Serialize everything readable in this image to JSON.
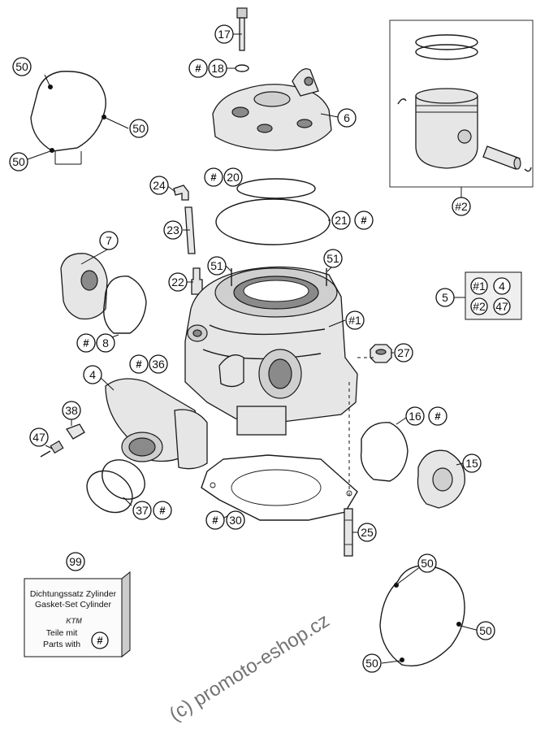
{
  "callouts": {
    "c17": "17",
    "c18": "18",
    "c6": "6",
    "c50a": "50",
    "c50b": "50",
    "c50c": "50",
    "c2": "#2",
    "c24": "24",
    "c20": "20",
    "c21": "21",
    "c23": "23",
    "c7": "7",
    "c51a": "51",
    "c51b": "51",
    "c22": "22",
    "c5": "5",
    "c8": "8",
    "c1": "#1",
    "c36": "36",
    "c4": "4",
    "c27": "27",
    "c16": "16",
    "c38": "38",
    "c47": "47",
    "c15": "15",
    "c37": "37",
    "c30": "30",
    "c25": "25",
    "c99": "99",
    "c50d": "50",
    "c50e": "50",
    "c50f": "50"
  },
  "hash_symbol": "#",
  "box5": {
    "r1a": "#1",
    "r1b": "4",
    "r2a": "#2",
    "r2b": "47"
  },
  "kit": {
    "line1": "Dichtungssatz Zylinder",
    "line2": "Gasket-Set Cylinder",
    "line3": "Teile mit",
    "line4": "Parts with",
    "logo": "KTM"
  },
  "watermark": "(c) promoto-eshop.cz"
}
